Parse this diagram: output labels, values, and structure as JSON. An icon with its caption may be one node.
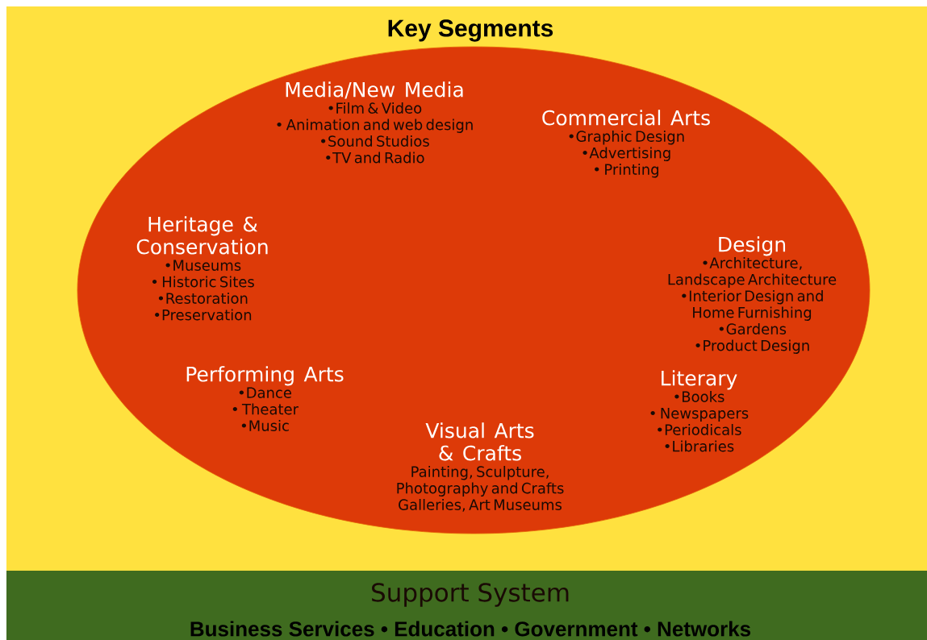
{
  "diagram": {
    "title": "Key Segments",
    "nodes": [
      {
        "text": [
          "Media/New Media",
          "•Film & Video",
          "• Animation and web design",
          "•Sound Studios",
          "•TV and Radio",
          "Commercial Arts",
          "•Graphic Design",
          "•Advertising",
          "• Printing",
          "Heritage & Conservation",
          "•Museums",
          "• Historic Sites",
          "•Restoration",
          "•Preservation",
          "Design",
          "•Architecture, Landscape Architecture",
          "•Interior Design and Home Furnishing",
          "•Gardens",
          "•Product Design",
          "Performing Arts",
          "•Dance",
          "• Theater",
          "•Music",
          "Visual Arts & Crafts",
          "Painting, Sculpture, Photography and Crafts",
          "Galleries, Art Museums",
          "Literary",
          "•Books",
          "• Newspapers",
          "•Periodicals",
          "•Libraries"
        ]
      },
      {
        "text": [
          "Support System",
          "Business Services • Education • Government • Networks"
        ]
      }
    ],
    "edges": []
  }
}
